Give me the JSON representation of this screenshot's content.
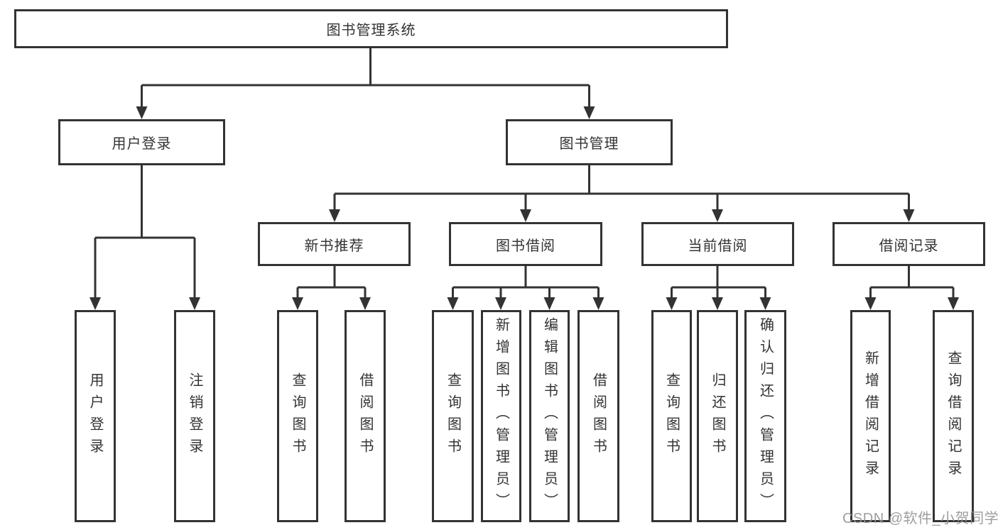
{
  "diagram": {
    "root": "图书管理系统",
    "level1": [
      {
        "label": "用户登录",
        "children": [
          "用户登录",
          "注销登录"
        ]
      },
      {
        "label": "图书管理"
      }
    ],
    "level2": [
      {
        "label": "新书推荐",
        "children": [
          "查询图书",
          "借阅图书"
        ]
      },
      {
        "label": "图书借阅",
        "children": [
          "查询图书",
          "新增图书（管理员）",
          "编辑图书（管理员）",
          "借阅图书"
        ]
      },
      {
        "label": "当前借阅",
        "children": [
          "查询图书",
          "归还图书",
          "确认归还（管理员）"
        ]
      },
      {
        "label": "借阅记录",
        "children": [
          "新增借阅记录",
          "查询借阅记录"
        ]
      }
    ],
    "line_color": "#333333",
    "watermark": "CSDN @软件_小贺同学"
  }
}
